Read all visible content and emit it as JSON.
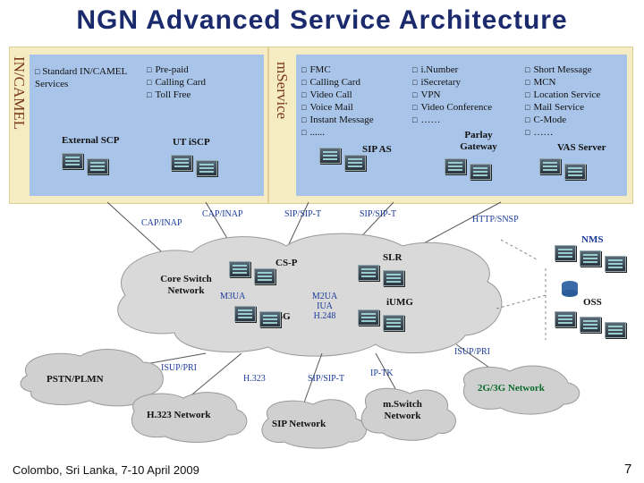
{
  "title": "NGN Advanced Service Architecture",
  "incamel_panel": {
    "vertical_label": "IN/CAMEL",
    "services_left": "Standard IN/CAMEL Services",
    "services_right": [
      "Pre-paid",
      "Calling Card",
      "Toll Free"
    ],
    "external_scp": "External SCP",
    "ut_iscp": "UT iSCP"
  },
  "mservice_panel": {
    "vertical_label": "mService",
    "fmc_list": [
      "FMC",
      "Calling Card",
      "Video Call",
      "Voice Mail",
      "Instant Message",
      "......"
    ],
    "inumber_list": [
      "i.Number",
      "iSecretary",
      "VPN",
      "Video Conference",
      "……"
    ],
    "vas_list": [
      "Short Message",
      "MCN",
      "Location Service",
      "Mail Service",
      "C-Mode",
      "……"
    ],
    "sip_as": "SIP AS",
    "parlay_gateway": "Parlay Gateway",
    "vas_server": "VAS Server"
  },
  "links": {
    "cap_inap_1": "CAP/INAP",
    "cap_inap_2": "CAP/INAP",
    "sip_sip_t_1": "SIP/SIP-T",
    "sip_sip_t_2": "SIP/SIP-T",
    "http_snsp": "HTTP/SNSP",
    "m3ua": "M3UA",
    "m2ua": "M2UA",
    "iua": "IUA",
    "h248": "H.248",
    "isup_pri_right": "ISUP/PRI",
    "isup_pri_left": "ISUP/PRI",
    "h323": "H.323",
    "sip_sip_t_3": "SIP/SIP-T",
    "ip_tk": "IP-TK"
  },
  "nodes": {
    "nms": "NMS",
    "slr": "SLR",
    "cs_p": "CS-P",
    "core_switch": "Core Switch Network",
    "sg": "SG",
    "iumg": "iUMG",
    "oss": "OSS",
    "pstn": "PSTN/PLMN",
    "h323_network": "H.323 Network",
    "sip_network": "SIP Network",
    "mswitch_network": "m.Switch Network",
    "g2g3g_network": "2G/3G Network"
  },
  "footer": "Colombo, Sri Lanka, 7-10 April 2009",
  "page_number": "7",
  "colors": {
    "title": "#1a2a6c",
    "panel_bg": "#f6ecc3",
    "panel_inner": "#a8c4e8",
    "link_label": "#1a3a9a",
    "network_label": "#0a6a2a"
  }
}
